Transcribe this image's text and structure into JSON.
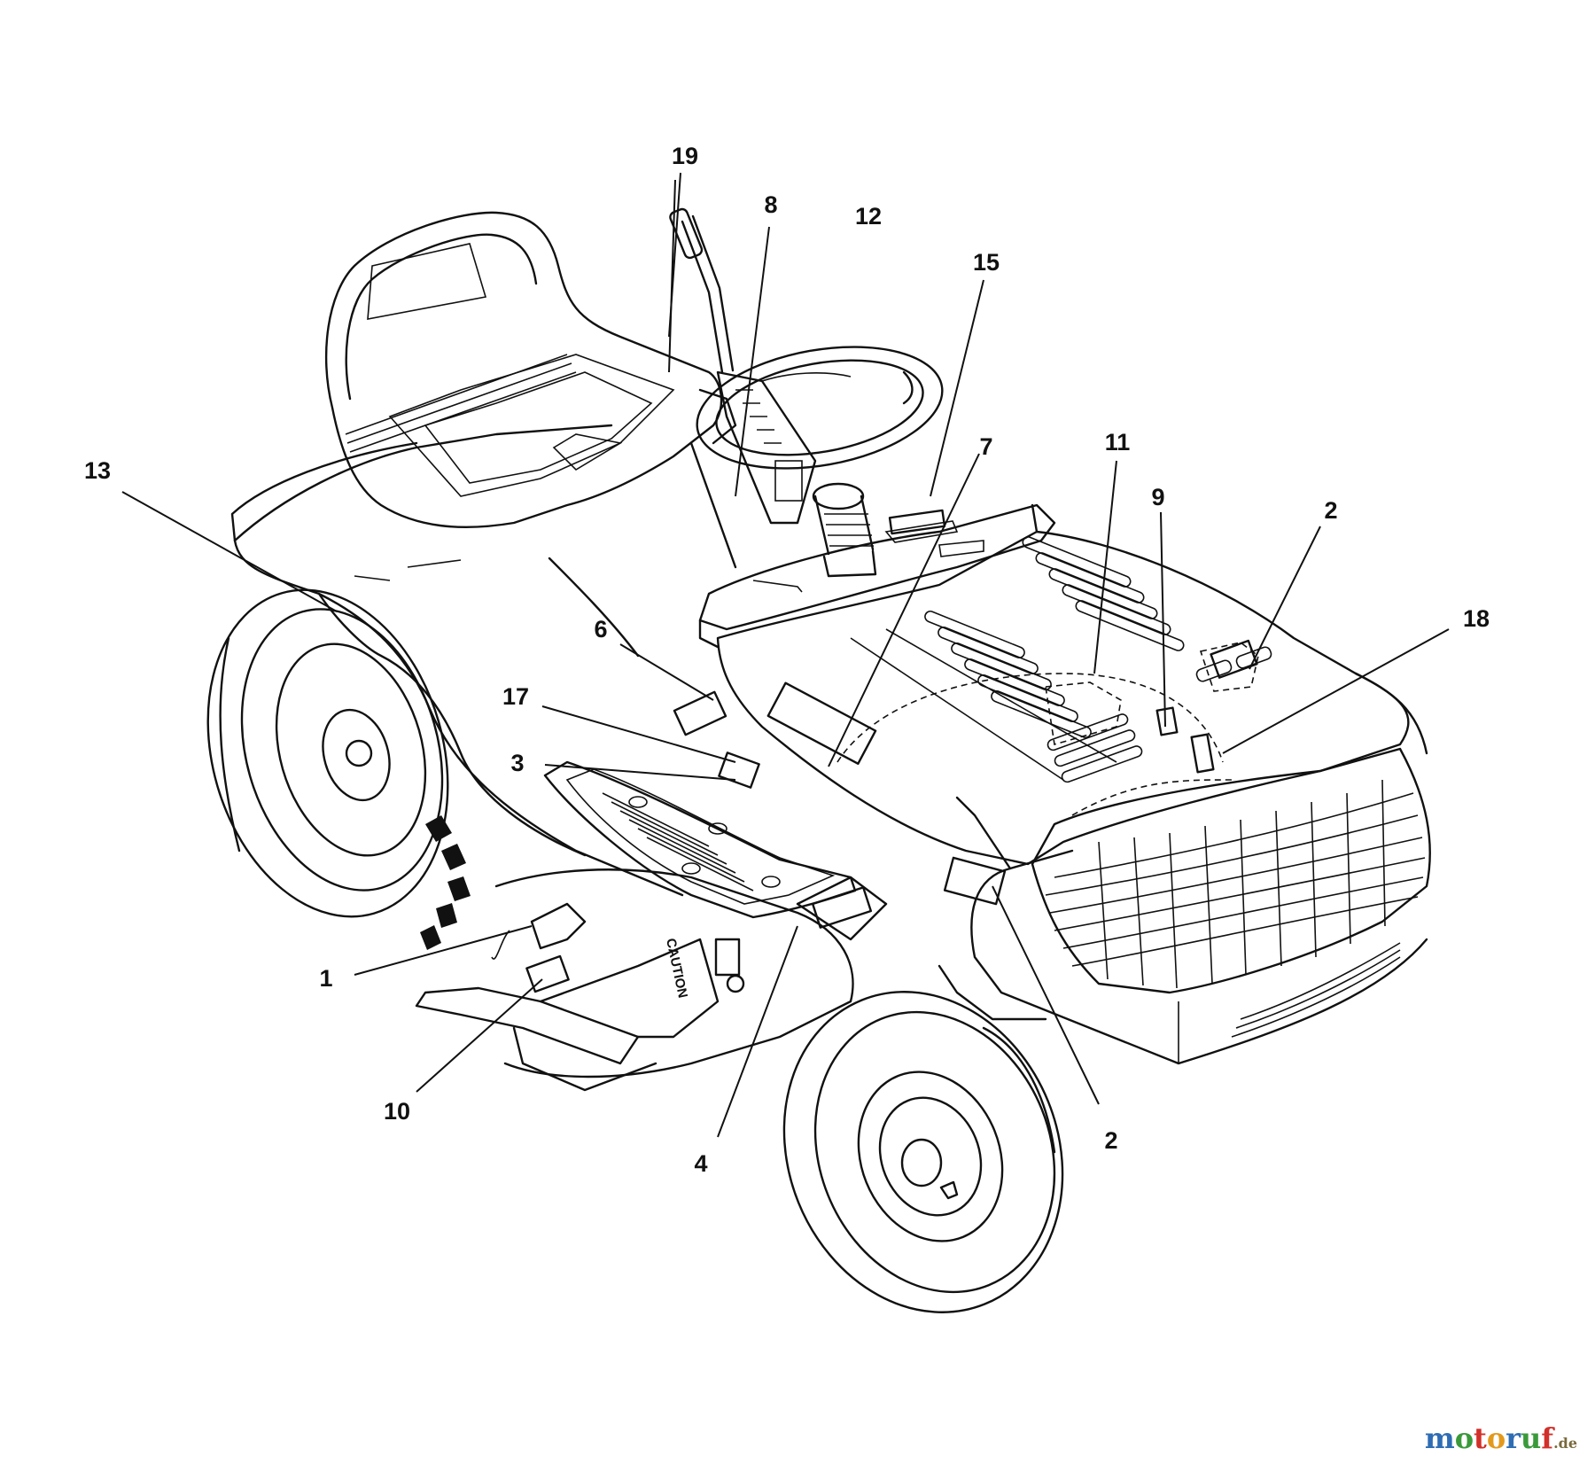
{
  "callouts": [
    {
      "id": "c1",
      "label": "1"
    },
    {
      "id": "c2a",
      "label": "2"
    },
    {
      "id": "c2b",
      "label": "2"
    },
    {
      "id": "c3",
      "label": "3"
    },
    {
      "id": "c4",
      "label": "4"
    },
    {
      "id": "c6",
      "label": "6"
    },
    {
      "id": "c7",
      "label": "7"
    },
    {
      "id": "c8",
      "label": "8"
    },
    {
      "id": "c9",
      "label": "9"
    },
    {
      "id": "c10",
      "label": "10"
    },
    {
      "id": "c11",
      "label": "11"
    },
    {
      "id": "c12",
      "label": "12"
    },
    {
      "id": "c13",
      "label": "13"
    },
    {
      "id": "c15",
      "label": "15"
    },
    {
      "id": "c17",
      "label": "17"
    },
    {
      "id": "c18",
      "label": "18"
    },
    {
      "id": "c19",
      "label": "19"
    }
  ],
  "deck_label": "CAUTION",
  "watermark": {
    "letters": [
      {
        "ch": "m",
        "color": "#2e6db4"
      },
      {
        "ch": "o",
        "color": "#3a9a3a"
      },
      {
        "ch": "t",
        "color": "#d2302a"
      },
      {
        "ch": "o",
        "color": "#e39a1c"
      },
      {
        "ch": "r",
        "color": "#2e6db4"
      },
      {
        "ch": "u",
        "color": "#3a9a3a"
      },
      {
        "ch": "f",
        "color": "#d2302a"
      }
    ],
    "tld": ".de"
  }
}
